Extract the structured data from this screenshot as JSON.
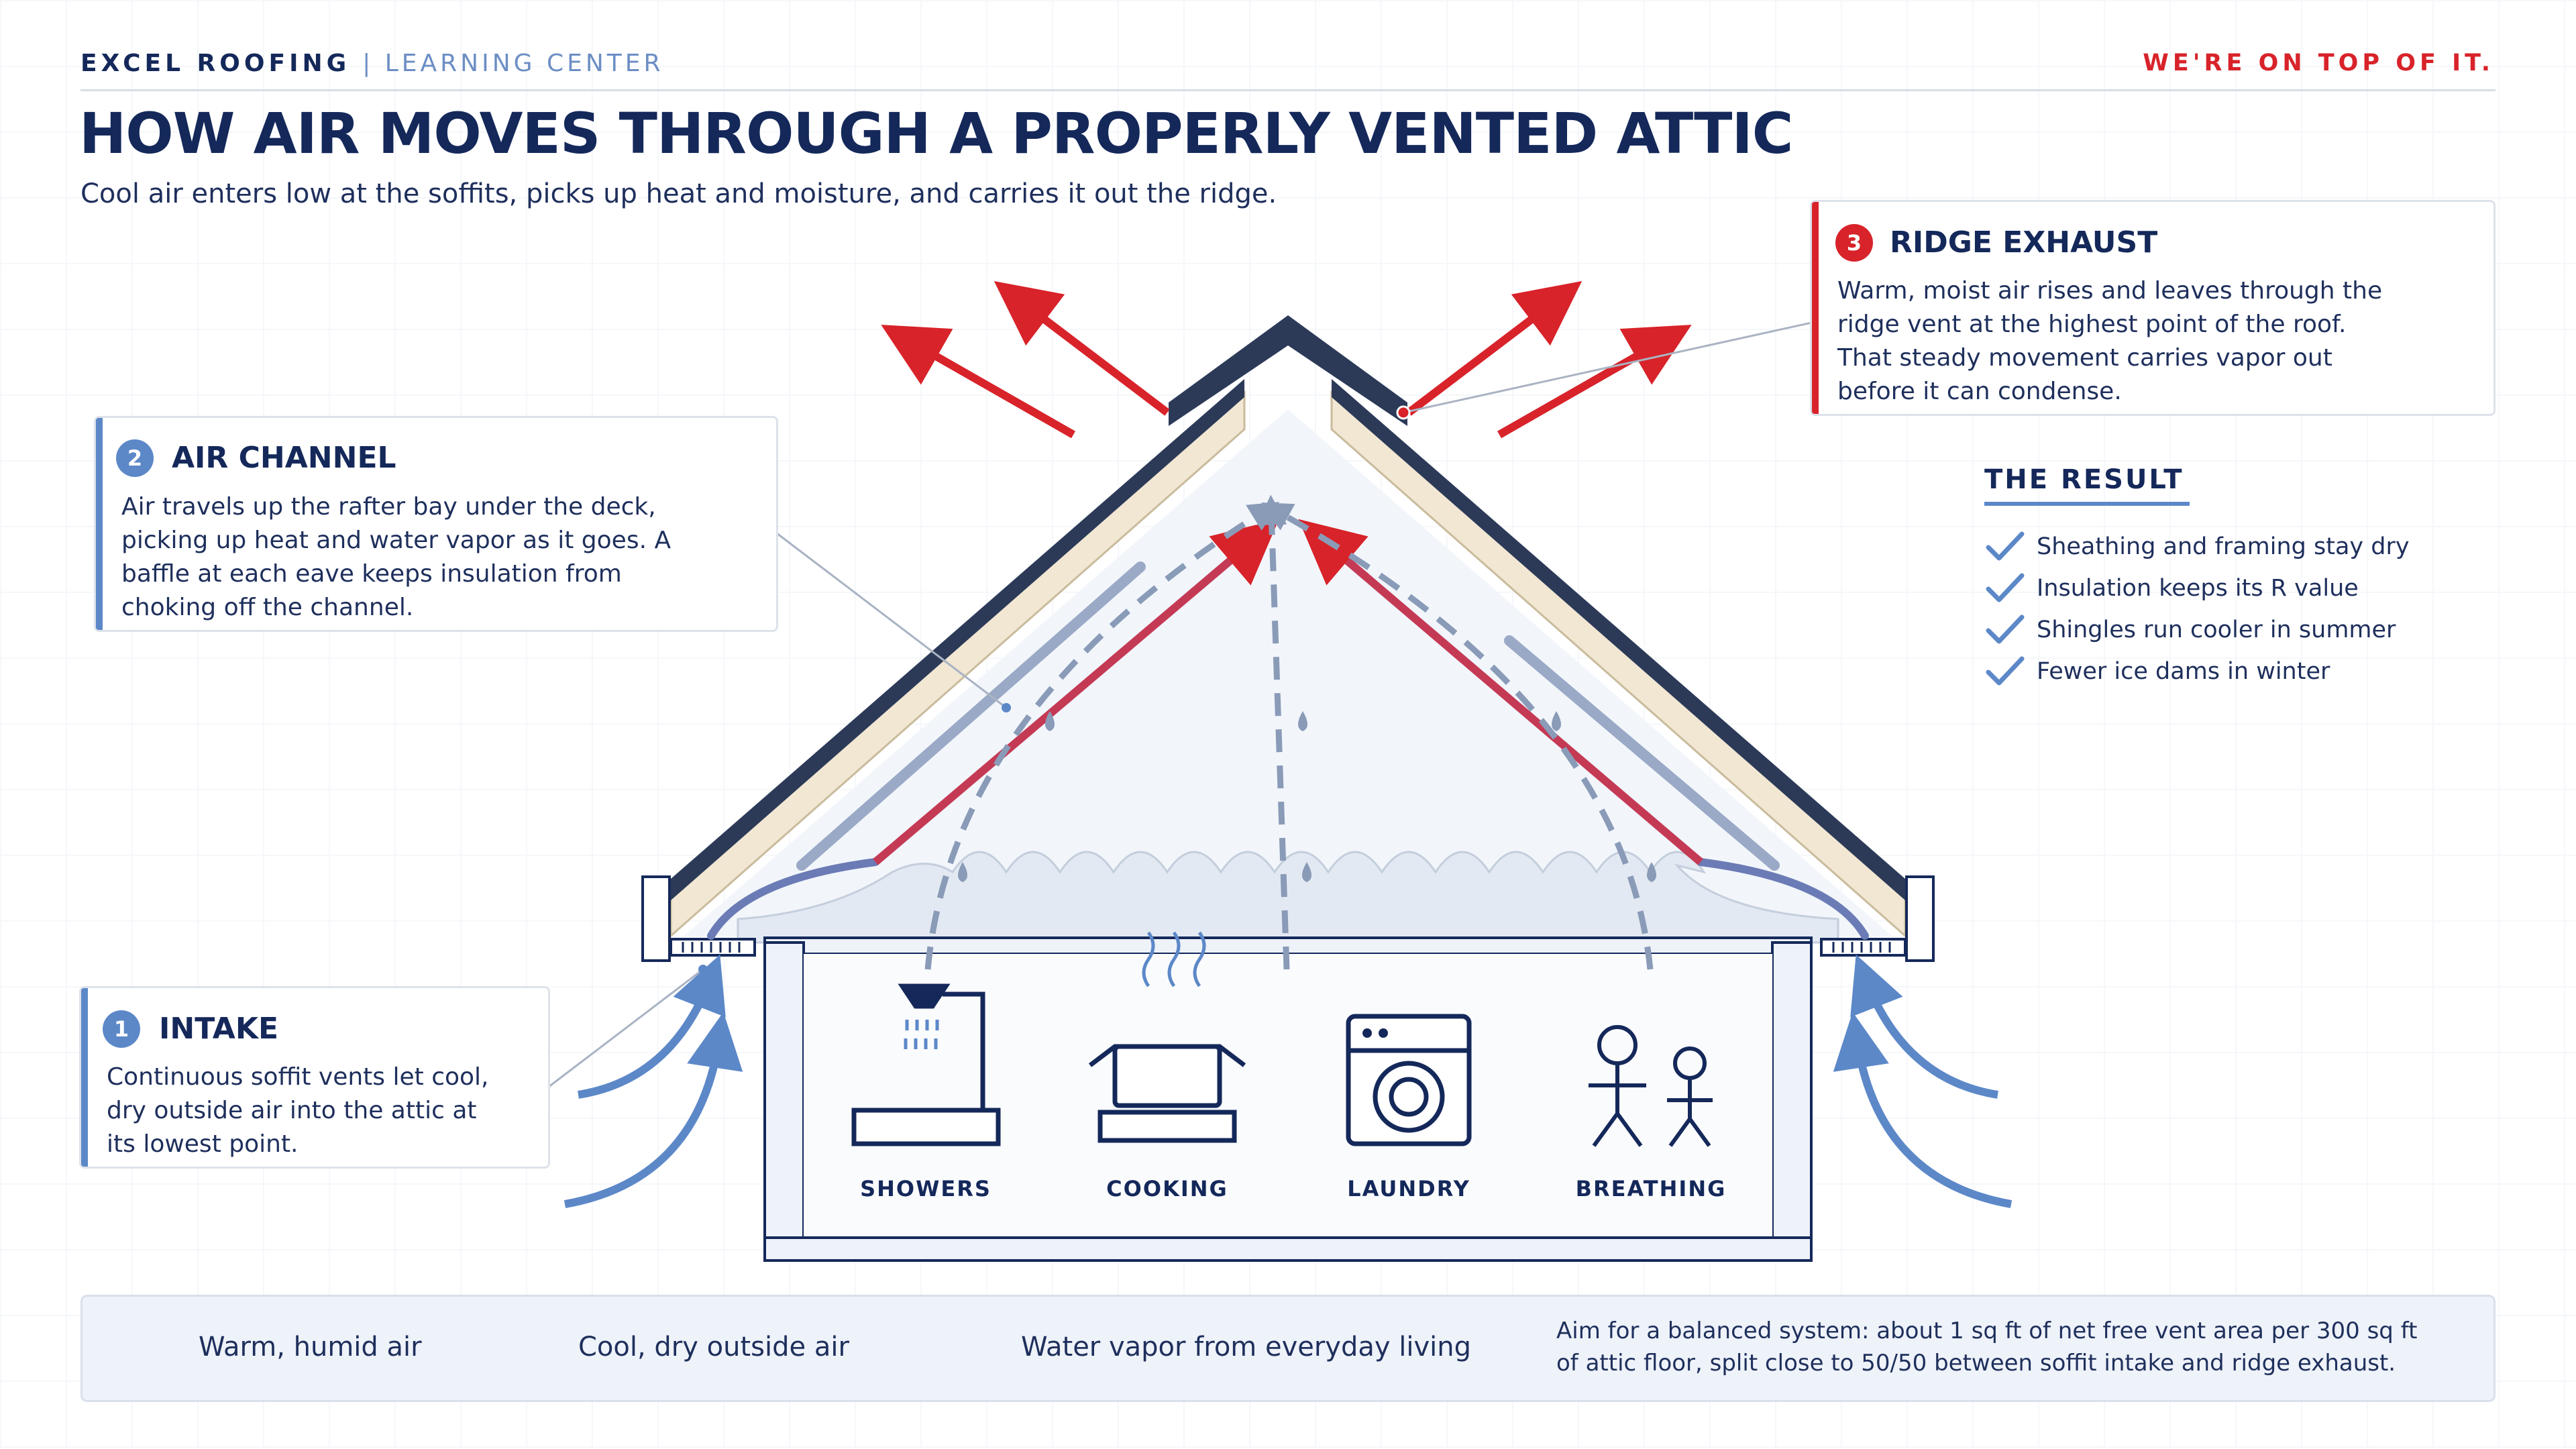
{
  "header": {
    "brand": "EXCEL ROOFING",
    "section": "| LEARNING CENTER",
    "tagline": "WE'RE ON TOP OF IT.",
    "title": "HOW AIR MOVES THROUGH A PROPERLY VENTED ATTIC",
    "subtitle": "Cool air enters low at the soffits, picks up heat and moisture, and carries it out the ridge."
  },
  "callouts": {
    "intake": {
      "number": "1",
      "title": "INTAKE",
      "body": "Continuous soffit vents let cool, dry outside air into the attic at its lowest point.",
      "color": "#5c88c8"
    },
    "channel": {
      "number": "2",
      "title": "AIR CHANNEL",
      "body": "Air travels up the rafter bay under the deck, picking up heat and water vapor as it goes. A baffle at each eave keeps insulation from choking off the channel.",
      "color": "#5c88c8"
    },
    "exhaust": {
      "number": "3",
      "title": "RIDGE EXHAUST",
      "body": "Warm, moist air rises and leaves through the ridge vent at the highest point of the roof. That steady movement carries vapor out before it can condense.",
      "color": "#d8232a"
    }
  },
  "result": {
    "title": "THE RESULT",
    "items": [
      "Sheathing and framing stay dry",
      "Insulation keeps its R value",
      "Shingles run cooler in summer",
      "Fewer ice dams in winter"
    ]
  },
  "rooms": [
    {
      "label": "SHOWERS",
      "icon": "shower-icon"
    },
    {
      "label": "COOKING",
      "icon": "cooking-pot-icon"
    },
    {
      "label": "LAUNDRY",
      "icon": "washing-machine-icon"
    },
    {
      "label": "BREATHING",
      "icon": "people-icon"
    }
  ],
  "legend": {
    "warm": "Warm, humid air",
    "cool": "Cool, dry outside air",
    "vapor": "Water vapor from everyday living",
    "note": "Aim for a balanced system: about 1 sq ft of net free vent area per 300 sq ft of attic floor, split close to 50/50 between soffit intake and ridge exhaust."
  },
  "colors": {
    "navy": "#14285a",
    "warm": "#d8232a",
    "cool": "#5c88c8",
    "vapor": "#8a9bb8",
    "deck": "#f1e7d3",
    "shingle": "#2c3a58"
  }
}
